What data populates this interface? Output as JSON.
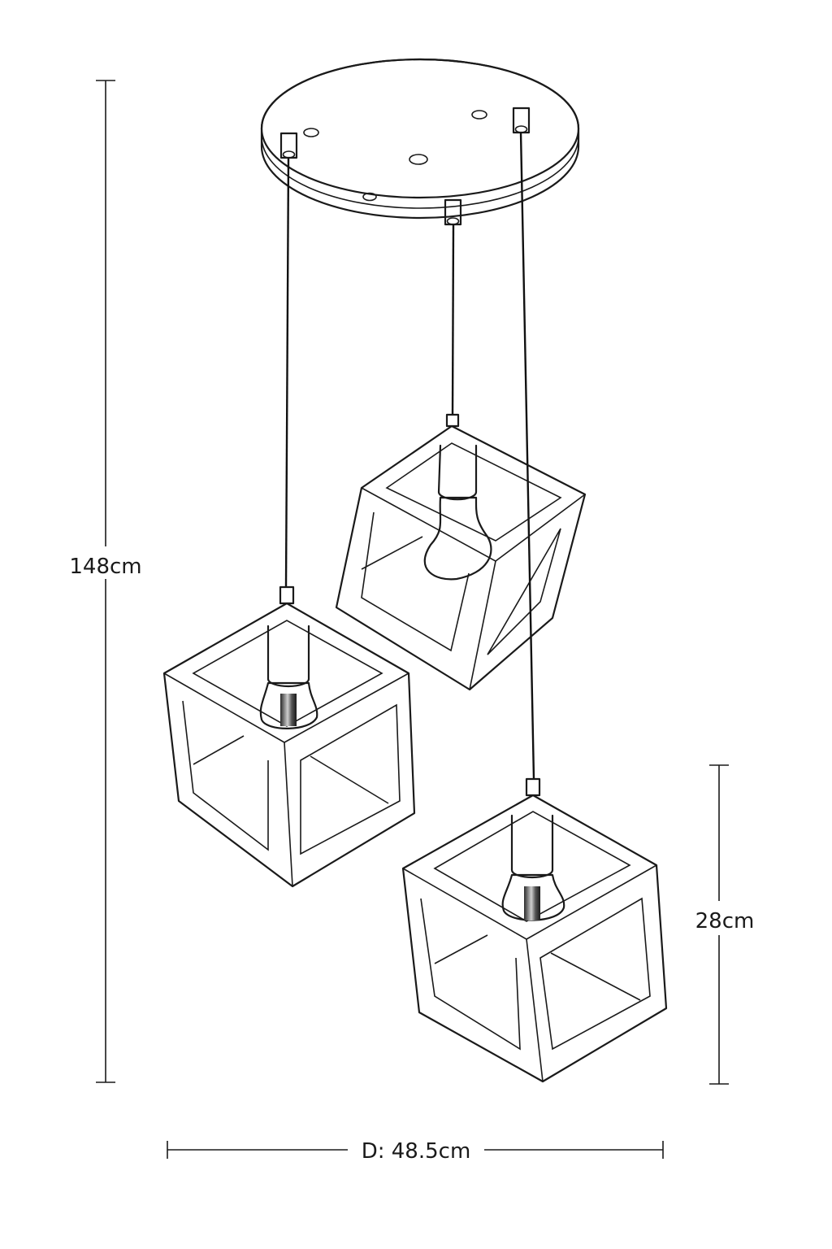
{
  "dimensions": {
    "height_label": "148cm",
    "shade_label": "28cm",
    "diameter_label": "D: 48.5cm"
  }
}
